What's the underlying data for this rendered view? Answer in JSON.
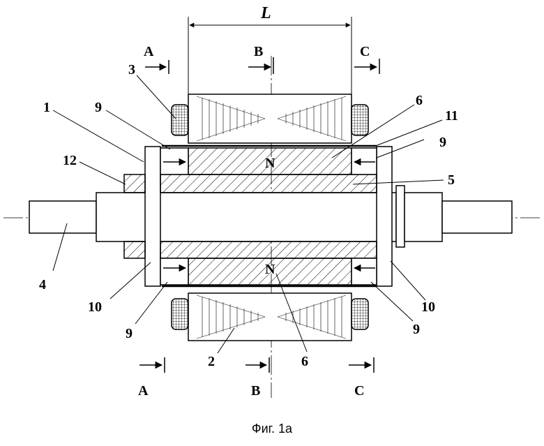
{
  "dimension_label": "L",
  "sections": {
    "top_left": "A",
    "top_mid": "B",
    "top_right": "C",
    "bottom_left": "A",
    "bottom_mid": "B",
    "bottom_right": "C"
  },
  "poles": {
    "top": "N",
    "bottom": "N"
  },
  "callouts": {
    "n1": "1",
    "n2": "2",
    "n3": "3",
    "n4": "4",
    "n5": "5",
    "n6_top": "6",
    "n6_bottom": "6",
    "n9_top_left": "9",
    "n9_top_right": "9",
    "n9_bottom_left": "9",
    "n9_bottom_right": "9",
    "n10_left": "10",
    "n10_right": "10",
    "n11": "11",
    "n12": "12"
  },
  "caption": "Фиг. 1а"
}
